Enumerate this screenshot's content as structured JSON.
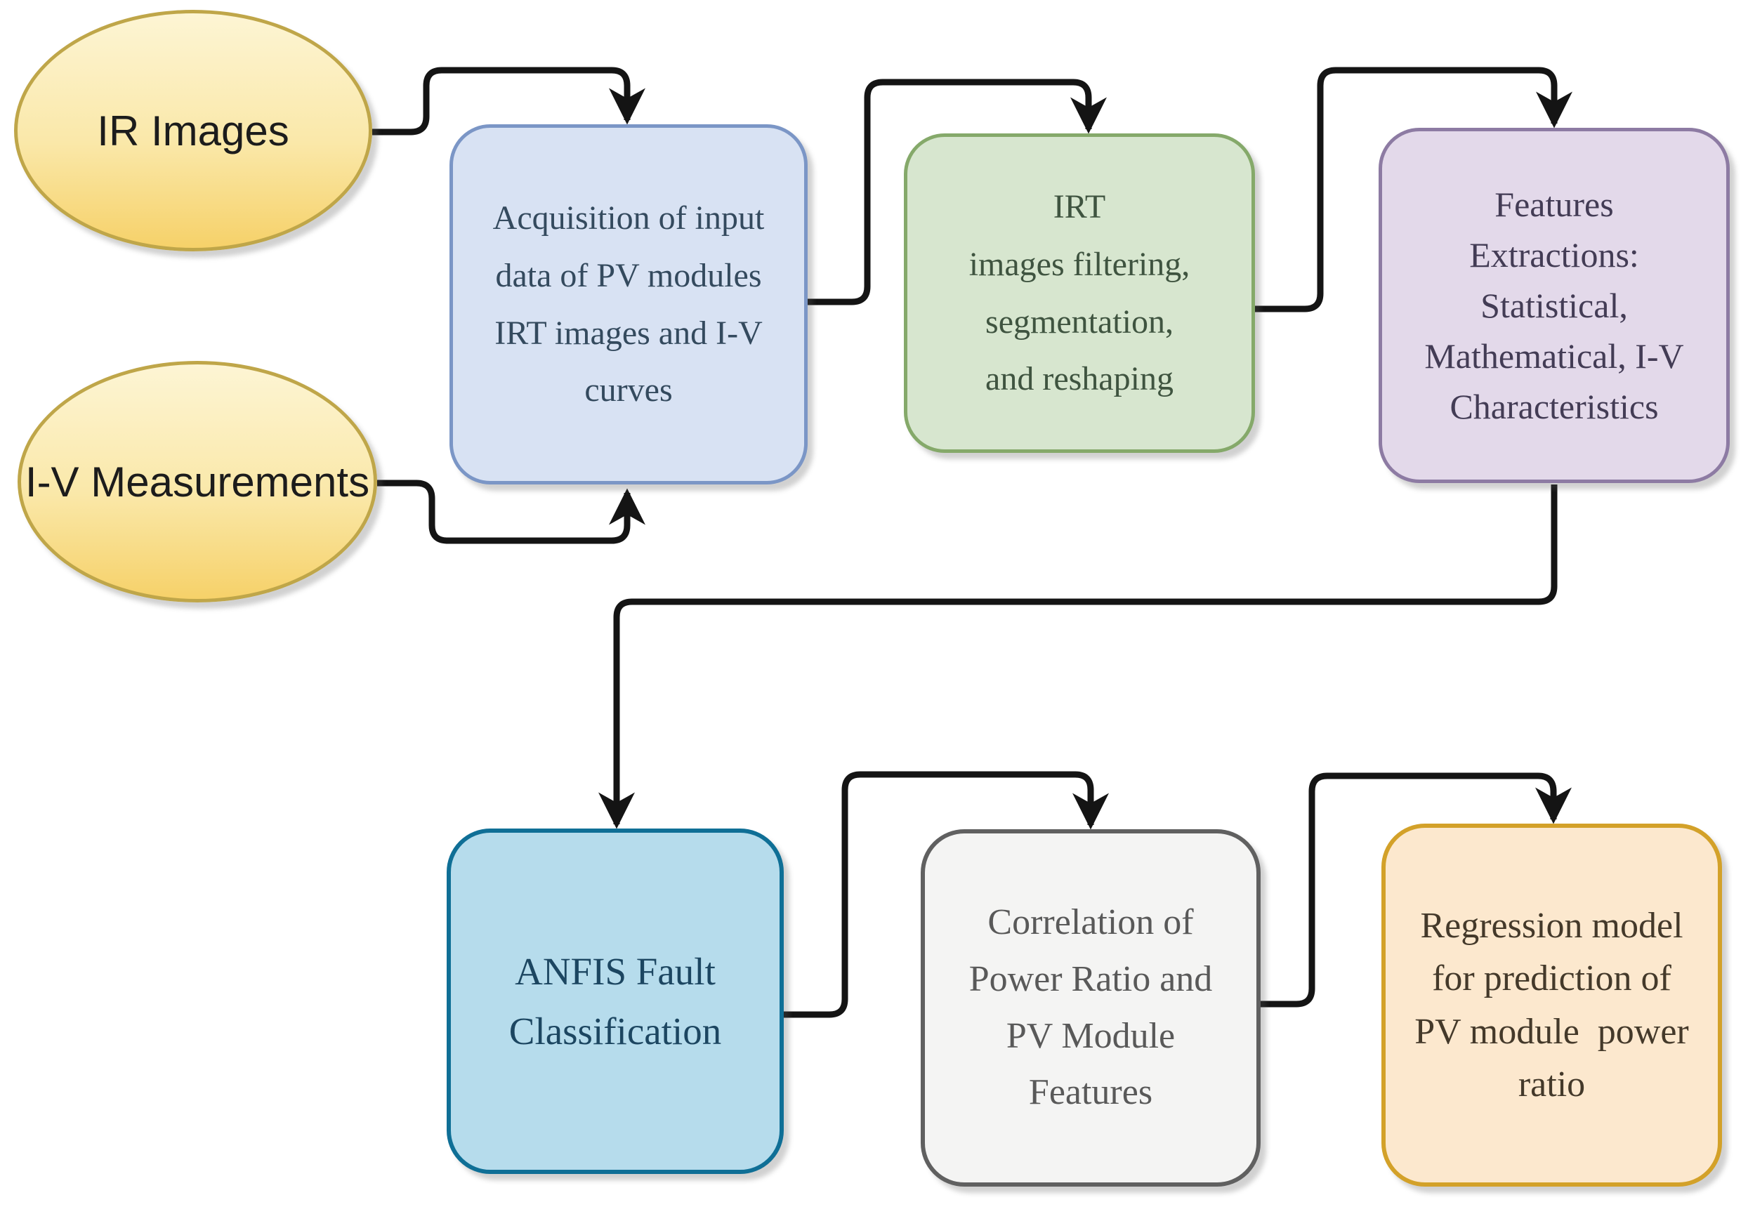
{
  "diagram": {
    "background": "#ffffff",
    "connector_color": "#141414",
    "nodes": {
      "ir_images": {
        "shape": "ellipse",
        "label": "IR Images",
        "fill_top": "#fdf5d4",
        "fill_bottom": "#f6d169",
        "border": "#bfa649",
        "text_color": "#1c1c1c"
      },
      "iv_measurements": {
        "shape": "ellipse",
        "label": "I-V Measurements",
        "fill_top": "#fdf5d4",
        "fill_bottom": "#f6d169",
        "border": "#bfa649",
        "text_color": "#1c1c1c"
      },
      "acquisition": {
        "shape": "rounded-box",
        "label": "Acquisition of input\ndata of PV modules\nIRT images and I-V\ncurves",
        "fill": "#d8e2f3",
        "border": "#7b96c6",
        "text_color": "#344a5e"
      },
      "irt_processing": {
        "shape": "rounded-box",
        "label": "IRT\nimages filtering,\nsegmentation,\nand reshaping",
        "fill": "#d7e6cf",
        "border": "#85a96a",
        "text_color": "#3f5440"
      },
      "features_extraction": {
        "shape": "rounded-box",
        "label": "Features\nExtractions:\nStatistical,\nMathematical, I-V\nCharacteristics",
        "fill": "#e3d9ea",
        "border": "#8d7ba3",
        "text_color": "#433c55"
      },
      "anfis": {
        "shape": "rounded-box",
        "label": "ANFIS Fault\nClassification",
        "fill": "#b6dcec",
        "border": "#0f6f96",
        "text_color": "#1c4661"
      },
      "correlation": {
        "shape": "rounded-box",
        "label": "Correlation of\nPower Ratio and\nPV Module\nFeatures",
        "fill": "#f4f4f3",
        "border": "#606060",
        "text_color": "#595959"
      },
      "regression": {
        "shape": "rounded-box",
        "label": "Regression model\nfor prediction of\nPV module  power\nratio",
        "fill": "#fce8ce",
        "border": "#d3a129",
        "text_color": "#44392a"
      }
    },
    "edges": [
      {
        "from": "ir_images",
        "to": "acquisition"
      },
      {
        "from": "iv_measurements",
        "to": "acquisition"
      },
      {
        "from": "acquisition",
        "to": "irt_processing"
      },
      {
        "from": "irt_processing",
        "to": "features_extraction"
      },
      {
        "from": "features_extraction",
        "to": "anfis"
      },
      {
        "from": "anfis",
        "to": "correlation"
      },
      {
        "from": "correlation",
        "to": "regression"
      }
    ]
  }
}
